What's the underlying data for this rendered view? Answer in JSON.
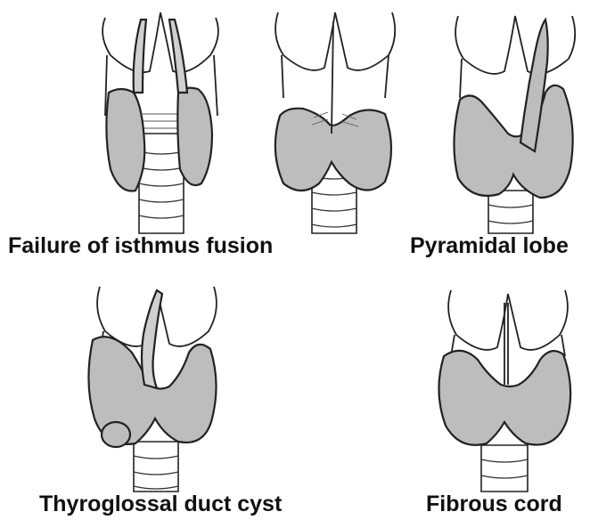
{
  "captions": {
    "failure_isthmus": "Failure of isthmus fusion",
    "pyramidal_lobe": "Pyramidal lobe",
    "thyroglossal_cyst": "Thyroglossal duct cyst",
    "fibrous_cord": "Fibrous cord"
  }
}
